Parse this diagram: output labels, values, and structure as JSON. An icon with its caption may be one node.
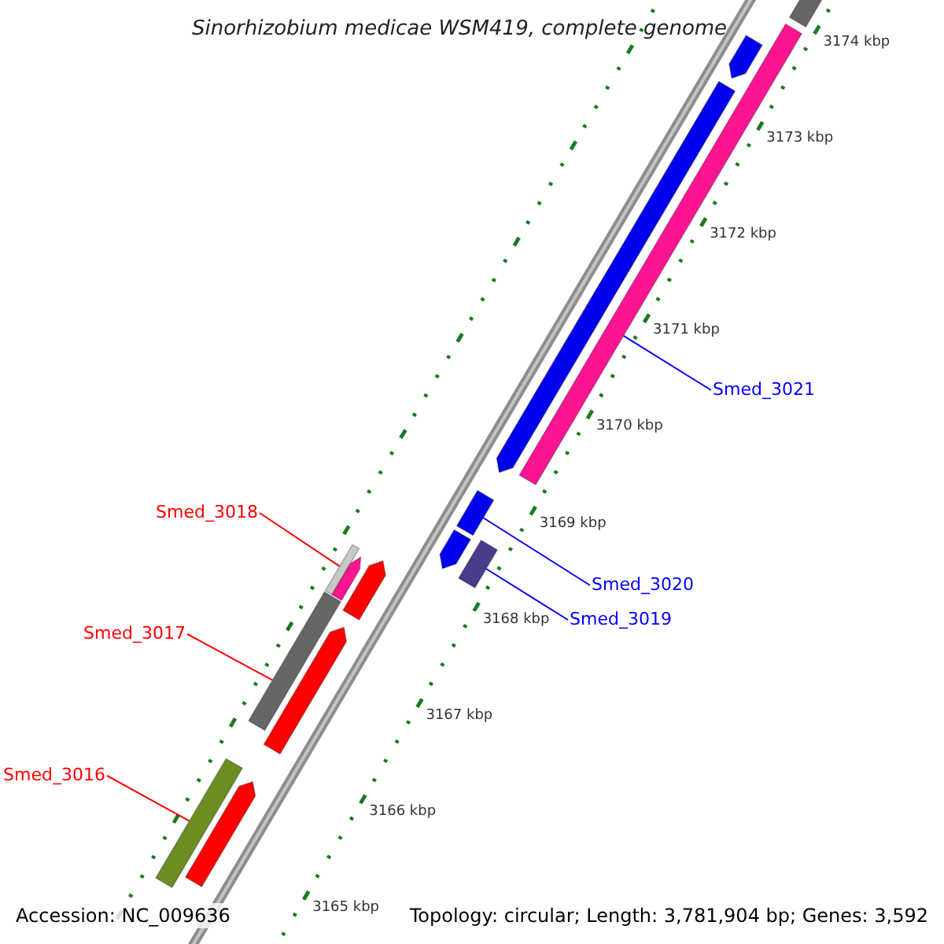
{
  "diagram": {
    "title": "Sinorhizobium medicae WSM419, complete genome",
    "nodes": [
      {
        "text": [
          "Smed_3021"
        ]
      },
      {
        "text": [],
        "shape": "bar"
      },
      {
        "text": [
          "Smed_3020"
        ]
      },
      {
        "text": [],
        "shape": "bar"
      },
      {
        "text": [
          "Smed_3019"
        ]
      },
      {
        "text": [],
        "shape": "bar"
      },
      {
        "text": [
          "Smed_3018"
        ]
      },
      {
        "text": [],
        "shape": "arrow"
      },
      {
        "text": [
          "Smed_3017"
        ]
      },
      {
        "text": [],
        "shape": "bar"
      },
      {
        "text": [
          "Smed_3016"
        ]
      },
      {
        "text": [],
        "shape": "bar"
      },
      {
        "text": [],
        "shape": "arrow"
      },
      {
        "text": [],
        "shape": "arrow"
      },
      {
        "text": [],
        "shape": "bar"
      },
      {
        "text": [],
        "shape": "arrow"
      },
      {
        "text": [],
        "shape": "arrow"
      },
      {
        "text": [],
        "shape": "arrow"
      },
      {
        "text": [],
        "shape": "arrow"
      }
    ],
    "edges": [
      {
        "from": 0,
        "to": 1,
        "arrow": "none"
      },
      {
        "from": 2,
        "to": 3,
        "arrow": "none"
      },
      {
        "from": 4,
        "to": 5,
        "arrow": "none"
      },
      {
        "from": 6,
        "to": 7,
        "arrow": "none",
        "color": "#ff0000"
      },
      {
        "from": 8,
        "to": 9,
        "arrow": "none",
        "color": "#ff0000"
      },
      {
        "from": 10,
        "to": 11,
        "arrow": "none",
        "color": "#ff0000"
      }
    ],
    "labels": [
      "3174 kbp",
      "3173 kbp",
      "3172 kbp",
      "3171 kbp",
      "3170 kbp",
      "3169 kbp",
      "3168 kbp",
      "3167 kbp",
      "3166 kbp",
      "3165 kbp",
      "Accession: NC_009636",
      "Topology: circular; Length: 3,781,904 bp; Genes: 3,592"
    ]
  }
}
